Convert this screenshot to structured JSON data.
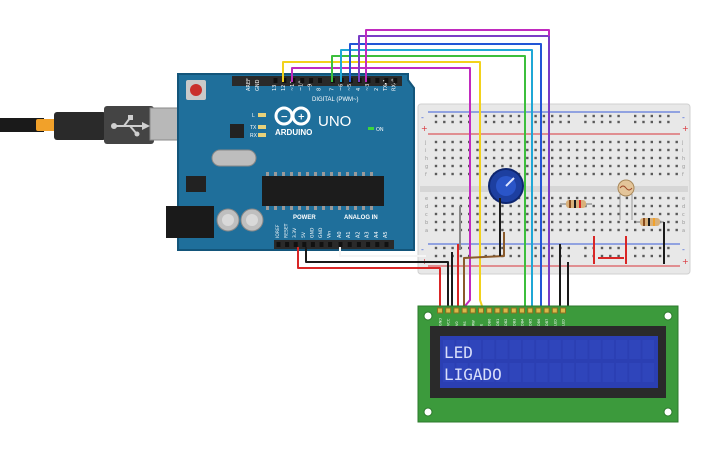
{
  "arduino": {
    "brand": "ARDUINO",
    "model": "UNO",
    "digital_header": "DIGITAL (PWM~)",
    "power_header": "POWER",
    "analog_header": "ANALOG IN",
    "on_label": "ON",
    "l_label": "L",
    "tx_label": "TX",
    "rx_label": "RX",
    "aref_label": "AREF",
    "gnd_label": "GND",
    "digital_pins": [
      "13",
      "12",
      "~11",
      "~10",
      "~9",
      "8",
      "7",
      "~6",
      "~5",
      "4",
      "~3",
      "2",
      "TX▸1",
      "RX◂0"
    ],
    "power_pins": [
      "IOREF",
      "RESET",
      "3.3V",
      "5V",
      "GND",
      "GND",
      "Vin"
    ],
    "analog_pins": [
      "A0",
      "A1",
      "A2",
      "A3",
      "A4",
      "A5"
    ],
    "colors": {
      "board": "#1f6f9b",
      "board_edge": "#13557a",
      "header": "#2a2a2a",
      "chip": "#1c1c1c"
    }
  },
  "breadboard": {
    "row_letters_top": [
      "j",
      "i",
      "h",
      "g",
      "f"
    ],
    "row_letters_bottom": [
      "e",
      "d",
      "c",
      "b",
      "a"
    ],
    "plus_label": "+",
    "minus_label": "-",
    "columns": 30,
    "colors": {
      "body": "#e8e8e8",
      "rail_red": "#d9343a",
      "rail_blue": "#3a5bd9",
      "hole": "#5a5a5a"
    }
  },
  "lcd": {
    "line1": "LED",
    "line2": "LIGADO",
    "pin_labels": [
      "GND",
      "VCC",
      "V0",
      "RS",
      "RW",
      "E",
      "DB0",
      "DB1",
      "DB2",
      "DB3",
      "DB4",
      "DB5",
      "DB6",
      "DB7",
      "LED",
      "LED"
    ],
    "colors": {
      "pcb": "#3c9a3c",
      "bezel": "#2a2a2a",
      "screen": "#2b3fb3",
      "text": "#d8defa"
    }
  },
  "wire_colors": {
    "red": "#d92626",
    "black": "#1a1a1a",
    "yellow": "#f2d21c",
    "magenta": "#c02abf",
    "green": "#3cbf3c",
    "cyan": "#1fa7d6",
    "blue": "#2255d6",
    "purple": "#7a3cc6",
    "brown": "#8a5a2b",
    "white": "#f5f5f5",
    "gray": "#8a8a8a"
  }
}
